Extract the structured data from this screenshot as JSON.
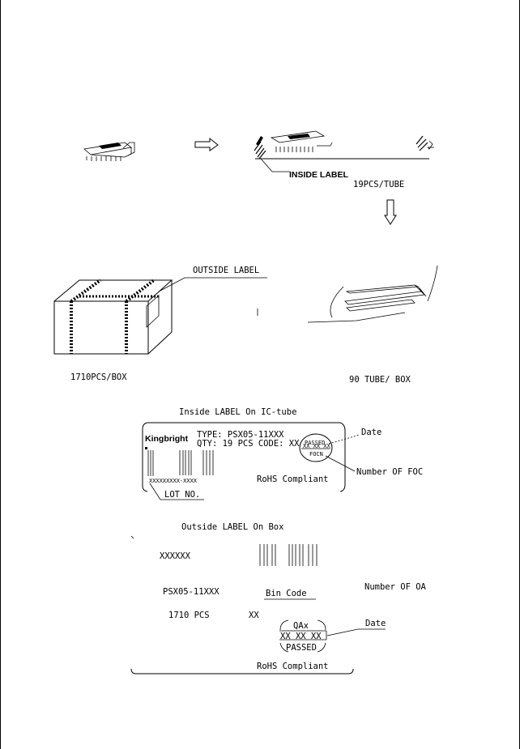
{
  "packing": {
    "inside_label": "INSIDE LABEL",
    "pcs_per_tube": "19PCS/TUBE",
    "outside_label": "OUTSIDE   LABEL",
    "pcs_per_box": "1710PCS/BOX",
    "tubes_per_box": "90 TUBE/ BOX"
  },
  "inside_label_card": {
    "heading": "Inside LABEL On IC-tube",
    "brand": "Kingbright",
    "type_line": "TYPE: PSX05-11XXX",
    "qty_line": "QTY: 19 PCS CODE: XX",
    "serial": "XXXXXXXXX-XXXX",
    "lot_no": "LOT NO.",
    "rohs": "RoHS Compliant",
    "seal_top": "PASSED",
    "seal_mid": "XX XX XX",
    "seal_bottom": "FOCN",
    "date_callout": "Date",
    "foc_callout": "Number OF FOC"
  },
  "outside_label_card": {
    "heading": "Outside LABEL On Box",
    "code": "XXXXXX",
    "part": "PSX05-11XXX",
    "bin_code": "Bin Code",
    "qty": "1710   PCS",
    "qty_code": "XX",
    "oa_callout": "Number OF OA",
    "seal_top": "QAx",
    "seal_mid": "XX XX XX",
    "seal_bottom": "PASSED",
    "date_callout": "Date",
    "rohs": "RoHS Compliant"
  }
}
